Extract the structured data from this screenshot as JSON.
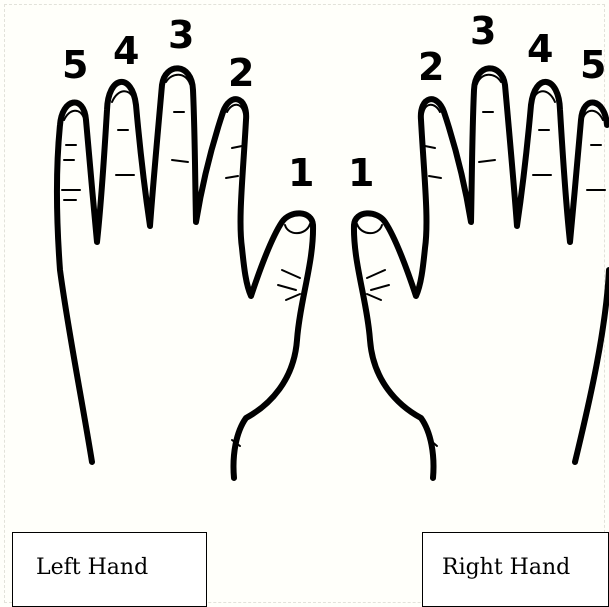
{
  "fingers": {
    "left": [
      "5",
      "4",
      "3",
      "2",
      "1"
    ],
    "right": [
      "1",
      "2",
      "3",
      "4",
      "5"
    ]
  },
  "captions": {
    "left": "Left Hand",
    "right": "Right Hand"
  },
  "colors": {
    "background": "#fffffa",
    "ink": "#000000"
  }
}
